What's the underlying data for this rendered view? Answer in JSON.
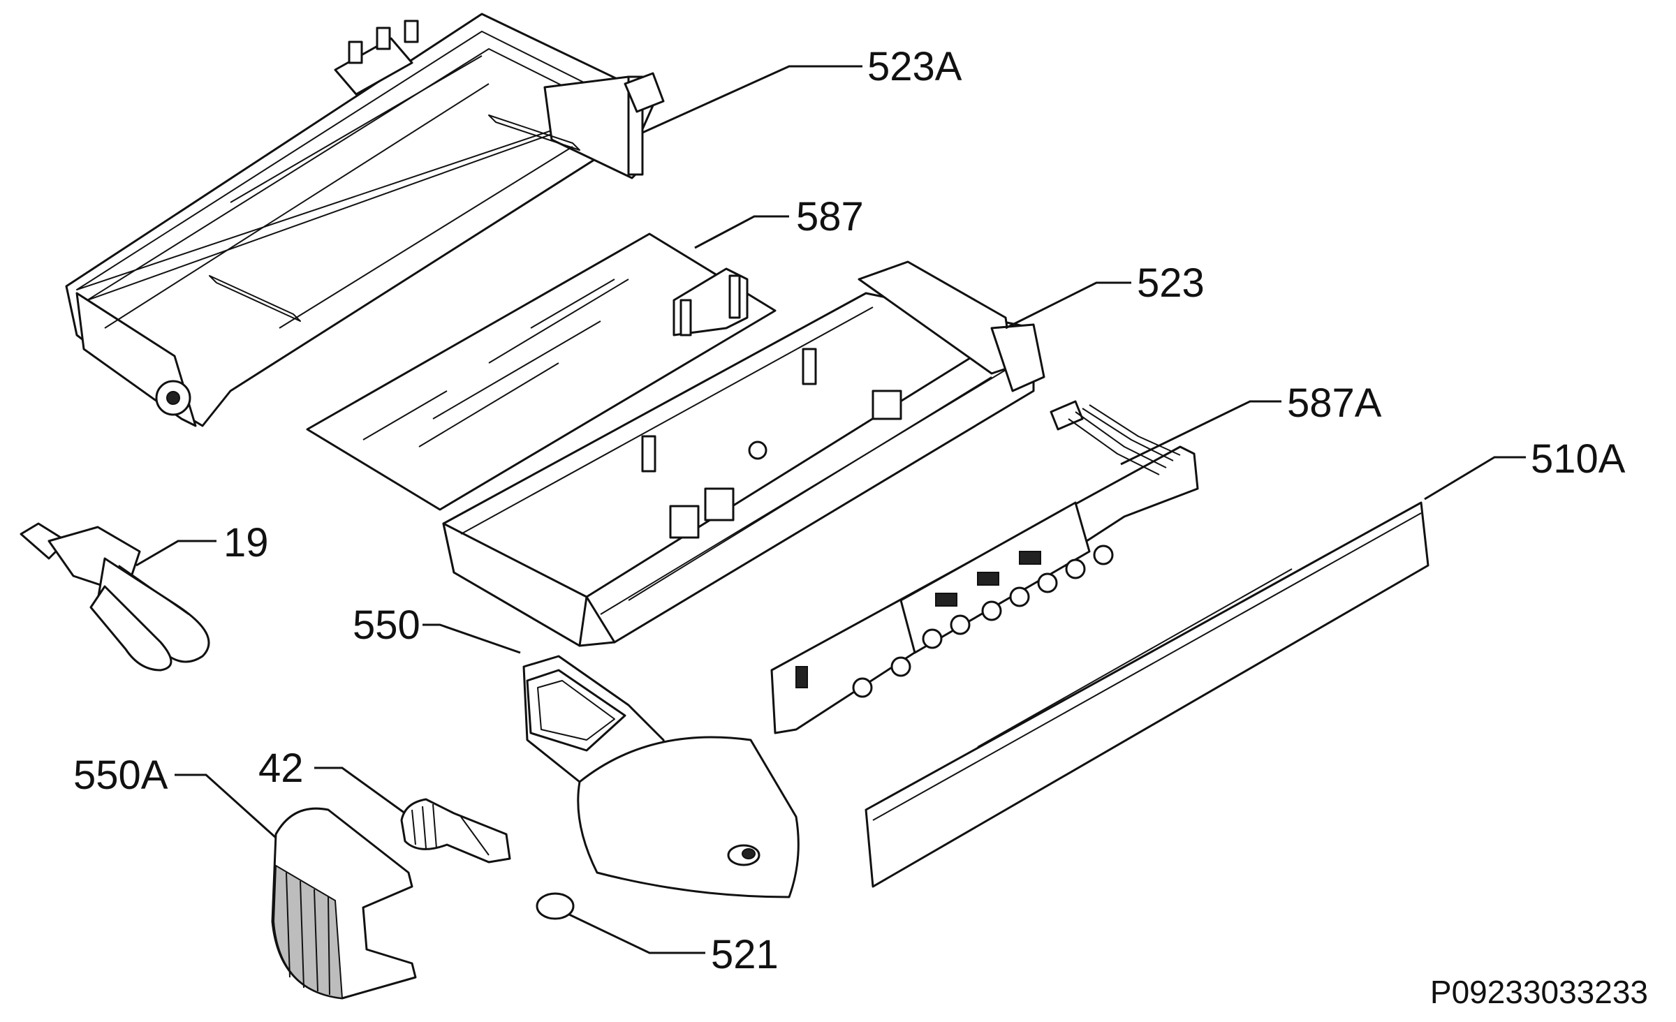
{
  "callouts": {
    "c523A": "523A",
    "c587": "587",
    "c523": "523",
    "c587A": "587A",
    "c510A": "510A",
    "c19": "19",
    "c550": "550",
    "c550A": "550A",
    "c42": "42",
    "c521": "521"
  },
  "drawing_reference": "P09233033233",
  "colors": {
    "line": "#111111",
    "background": "#ffffff"
  }
}
